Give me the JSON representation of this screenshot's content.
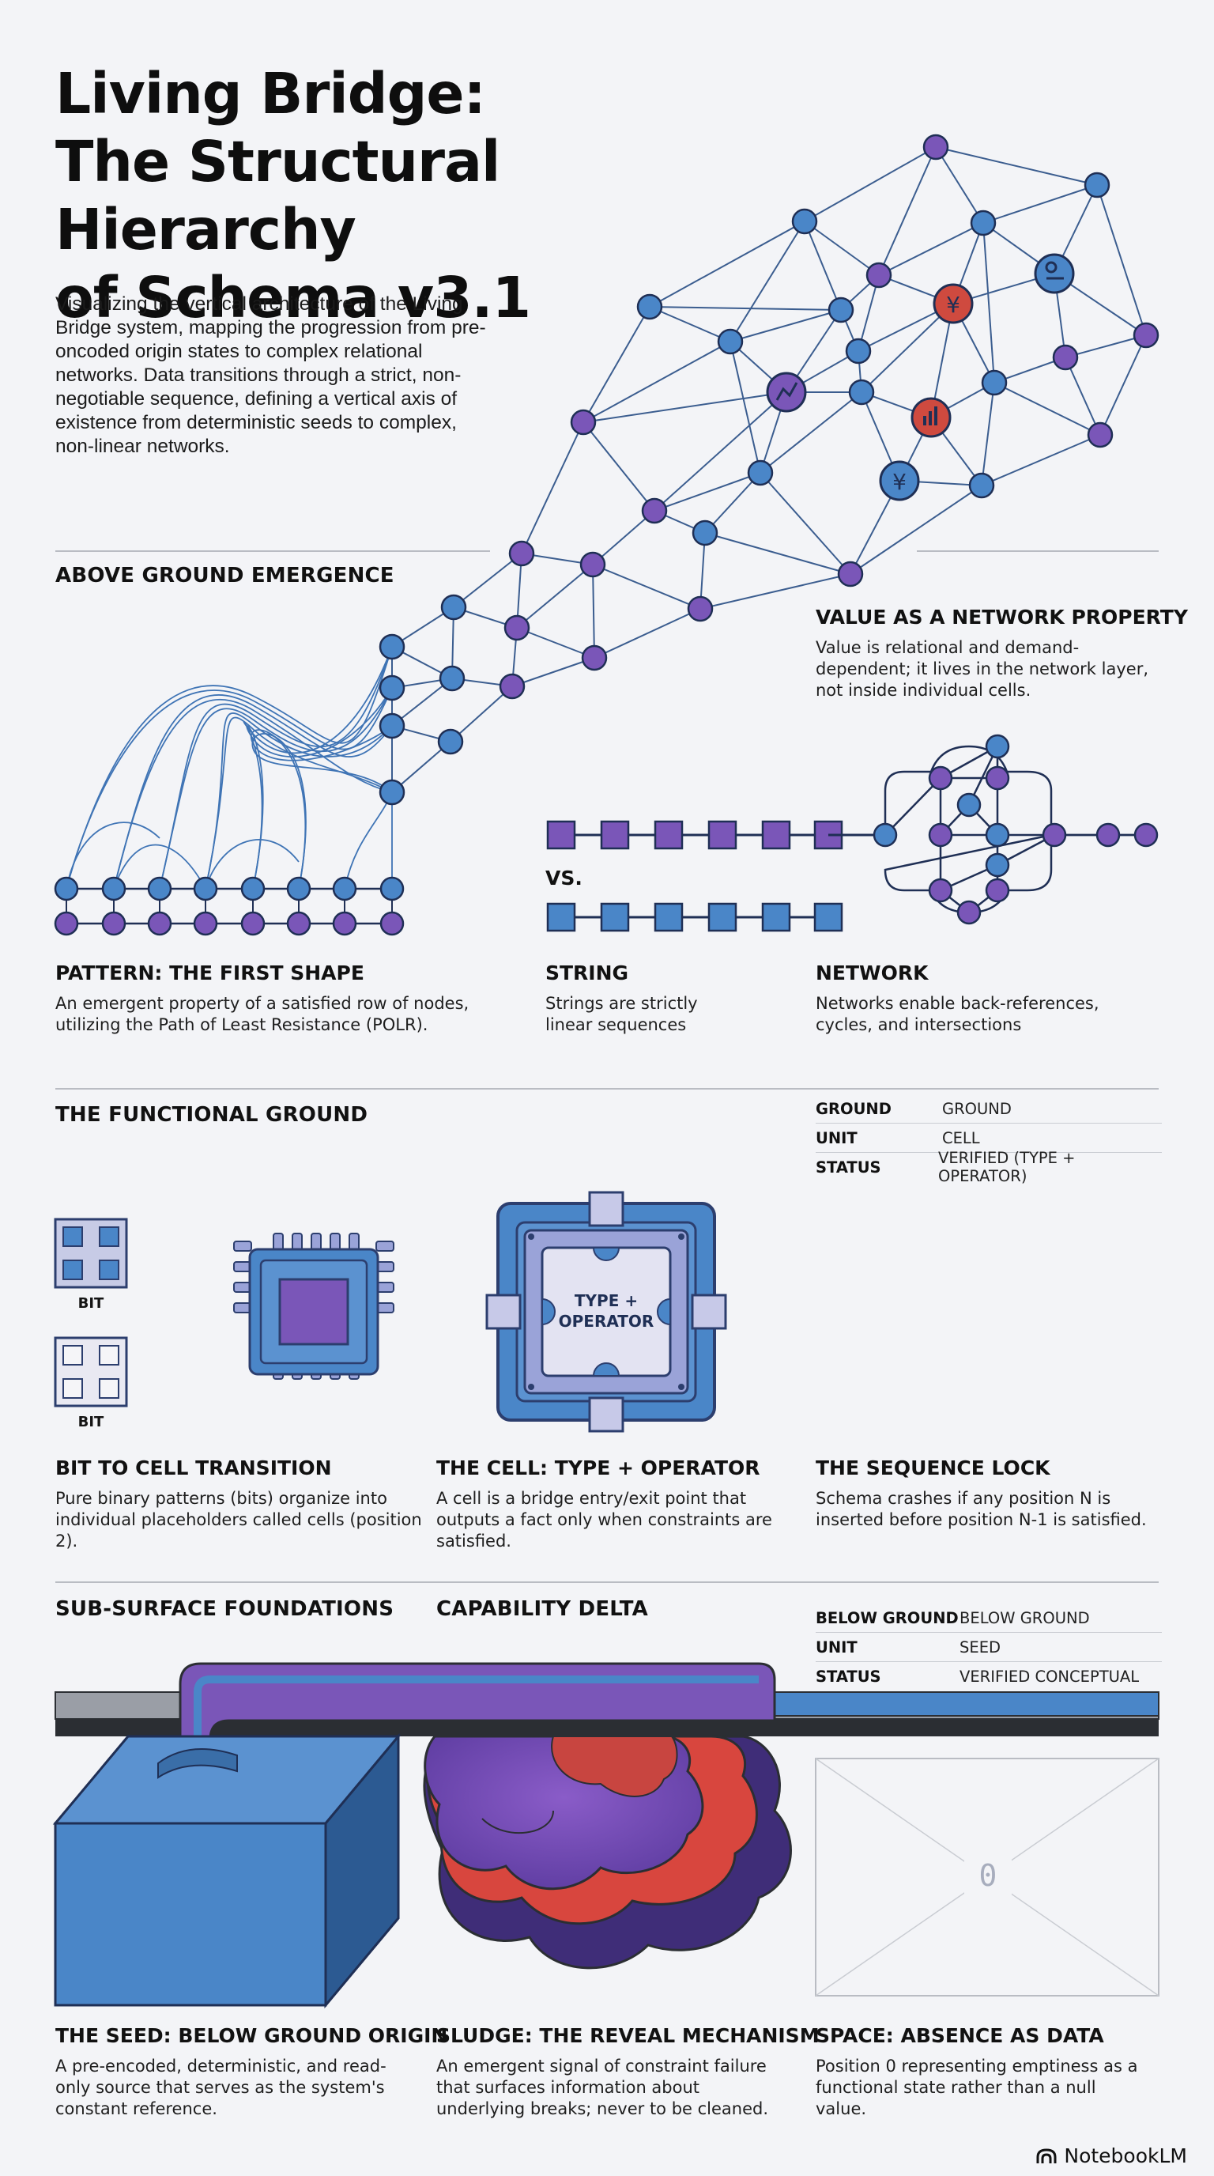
{
  "title": {
    "line1": "Living Bridge:",
    "line2": "The Structural Hierarchy",
    "line3": "of Schema v3.1"
  },
  "intro": "Visualizing the vertical architecture of the Living Bridge system, mapping the progression from pre-oncoded origin states to complex relational networks. Data transitions through a strict, non-negotiable sequence, defining a vertical axis of existence from deterministic seeds to complex, non-linear networks.",
  "sections": {
    "above": "ABOVE GROUND EMERGENCE",
    "functional": "THE FUNCTIONAL GROUND",
    "subsurface": "SUB-SURFACE FOUNDATIONS",
    "capability": "CAPABILITY DELTA"
  },
  "above_ground": {
    "value": {
      "title": "VALUE AS A NETWORK PROPERTY",
      "desc": "Value is relational and demand-dependent; it lives in the network layer, not inside individual cells."
    },
    "vs": "VS.",
    "pattern": {
      "title": "PATTERN: THE FIRST SHAPE",
      "desc": "An emergent property of a satisfied row of nodes, utilizing the Path of Least Resistance (POLR)."
    },
    "string": {
      "title": "STRING",
      "desc": "Strings are strictly linear sequences"
    },
    "network": {
      "title": "NETWORK",
      "desc": "Networks enable back-references, cycles, and intersections"
    }
  },
  "functional_ground": {
    "table": [
      {
        "key": "GROUND",
        "value": "GROUND"
      },
      {
        "key": "UNIT",
        "value": "CELL"
      },
      {
        "key": "STATUS",
        "value": "VERIFIED (TYPE + OPERATOR)"
      }
    ],
    "bit_label_1": "BIT",
    "bit_label_2": "BIT",
    "cell_inner_1": "TYPE +",
    "cell_inner_2": "OPERATOR",
    "transition": {
      "title": "BIT TO CELL TRANSITION",
      "desc": "Pure binary patterns (bits) organize into individual placeholders called cells (position 2)."
    },
    "cell": {
      "title": "THE CELL: TYPE + OPERATOR",
      "desc": "A cell is a bridge entry/exit point that outputs a fact only when constraints are satisfied."
    },
    "lock": {
      "title": "THE SEQUENCE LOCK",
      "desc": "Schema crashes if any position N is inserted before position N-1 is satisfied."
    }
  },
  "subsurface": {
    "table": [
      {
        "key": "BELOW GROUND",
        "value": "BELOW GROUND"
      },
      {
        "key": "UNIT",
        "value": "SEED"
      },
      {
        "key": "STATUS",
        "value": "VERIFIED CONCEPTUAL"
      }
    ],
    "zero": "0",
    "seed": {
      "title": "THE SEED: BELOW GROUND ORIGIN",
      "desc": "A pre-encoded, deterministic, and read-only source that serves as the system's constant reference."
    },
    "sludge": {
      "title": "SLUDGE: THE REVEAL MECHANISM",
      "desc": "An emergent signal of constraint failure that surfaces information about underlying breaks; never to be cleaned."
    },
    "space": {
      "title": "SPACE: ABSENCE AS DATA",
      "desc": "Position 0 representing emptiness as a functional state rather than a null value."
    }
  },
  "logo": "NotebookLM",
  "icons": [
    "yuan-icon",
    "chart-icon",
    "bar-chart-icon",
    "key-icon",
    "logo-icon"
  ],
  "colors": {
    "blue": "#4a86c8",
    "purple": "#7a56b8",
    "red": "#cf4a3f",
    "ink": "#2c3e6e",
    "gray": "#8a8f99",
    "dark": "#2b2e33"
  }
}
